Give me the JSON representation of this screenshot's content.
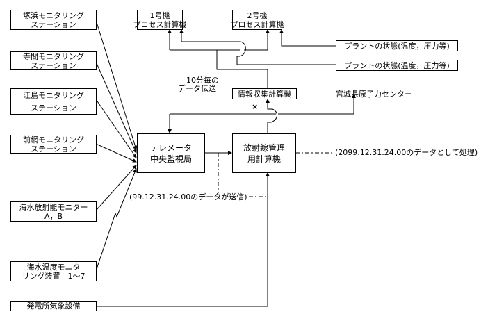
{
  "sources": [
    {
      "line1": "塚浜モニタリング",
      "line2": "ステーション"
    },
    {
      "line1": "寺間モニタリング",
      "line2": "ステーション"
    },
    {
      "line1": "江島モニタリング",
      "line2": "ステーション"
    },
    {
      "line1": "前網モニタリング",
      "line2": "ステーション"
    },
    {
      "line1": "海水放射能モニター",
      "line2": "A，B"
    },
    {
      "line1": "海水温度モニタ",
      "line2": "リング装置　1～7"
    },
    {
      "line1": "発電所気象設備",
      "line2": ""
    }
  ],
  "telemeter": {
    "line1": "テレメータ",
    "line2": "中央監視局"
  },
  "radiation_computer": {
    "line1": "放射線管理",
    "line2": "用計算機"
  },
  "unit1": {
    "line1": "1号機",
    "line2": "プロセス計算機"
  },
  "unit2": {
    "line1": "2号機",
    "line2": "プロセス計算機"
  },
  "plant_status_1": "プラントの状態(温度，圧力等)",
  "plant_status_2": "プラントの状態(温度，圧力等)",
  "info_computer": "情報収集計算機",
  "prefecture_center": "宮城県原子力センター",
  "transfer_note": {
    "line1": "10分毎の",
    "line2": "データ伝送"
  },
  "cross_mark": "×",
  "sent_note": "(99.12.31.24.00のデータが送信)",
  "processed_note": "(2099.12.31.24.00のデータとして処理)"
}
